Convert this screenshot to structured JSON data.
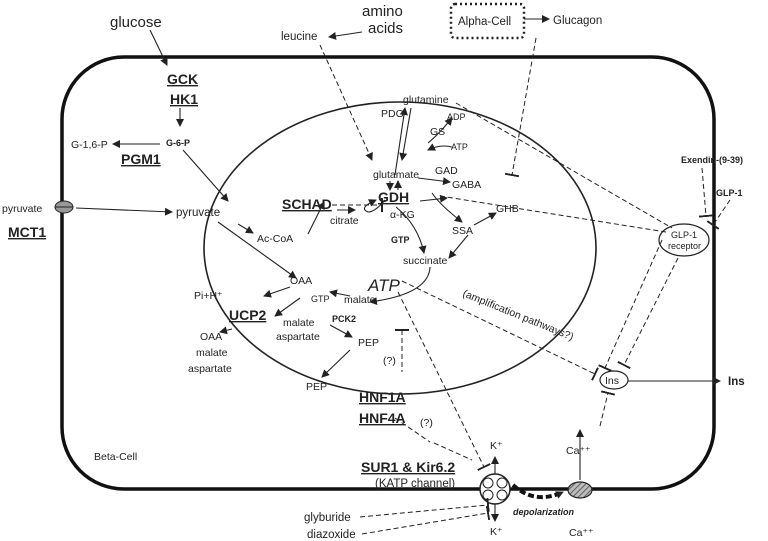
{
  "labels": {
    "glucose": "glucose",
    "amino_acids_1": "amino",
    "amino_acids_2": "acids",
    "leucine": "leucine",
    "alpha_cell": "Alpha-Cell",
    "glucagon": "Glucagon",
    "g16p": "G-1,6-P",
    "g6p": "G-6-P",
    "pyruvate_out": "pyruvate",
    "pyruvate_in": "pyruvate",
    "ac_coa": "Ac-CoA",
    "citrate": "citrate",
    "oaa": "OAA",
    "pi_h": "Pi+H⁺",
    "oaa_out": "OAA",
    "malate_out": "malate",
    "aspartate_out": "aspartate",
    "malate_mid": "malate",
    "aspartate_mid": "aspartate",
    "gtp_small": "GTP",
    "pep": "PEP",
    "pep_out": "PEP",
    "q1": "(?)",
    "q2": "(?)",
    "glutamine": "glutamine",
    "pdg": "PDG",
    "gs": "GS",
    "adp": "ADP",
    "atp_small": "ATP",
    "glutamate": "glutamate",
    "gad": "GAD",
    "gaba": "GABA",
    "akg": "α-KG",
    "ssa": "SSA",
    "ghb": "GHB",
    "gtp": "GTP",
    "succinate": "succinate",
    "atp": "ATP",
    "malate_in": "malate",
    "amplification": "(amplification pathways?)",
    "exendin": "Exendin-(9-39)",
    "glp1": "GLP-1",
    "glp1r_1": "GLP-1",
    "glp1r_2": "receptor",
    "ins": "Ins",
    "ins_out": "Ins",
    "beta_cell": "Beta-Cell",
    "k_in": "K⁺",
    "k_out": "K⁺",
    "ca_in": "Ca⁺⁺",
    "ca_out": "Ca⁺⁺",
    "katp": "(KATP channel)",
    "depolarization": "depolarization",
    "glyburide": "glyburide",
    "diazoxide": "diazoxide"
  },
  "genes": {
    "gck": "GCK",
    "hk1": "HK1",
    "pgm1": "PGM1",
    "mct1": "MCT1",
    "schad": "SCHAD",
    "gdh": "GDH",
    "ucp2": "UCP2",
    "pck2": "PCK2",
    "hnf1a": "HNF1A",
    "hnf4a": "HNF4A",
    "sur1": "SUR1 & Kir6.2"
  }
}
